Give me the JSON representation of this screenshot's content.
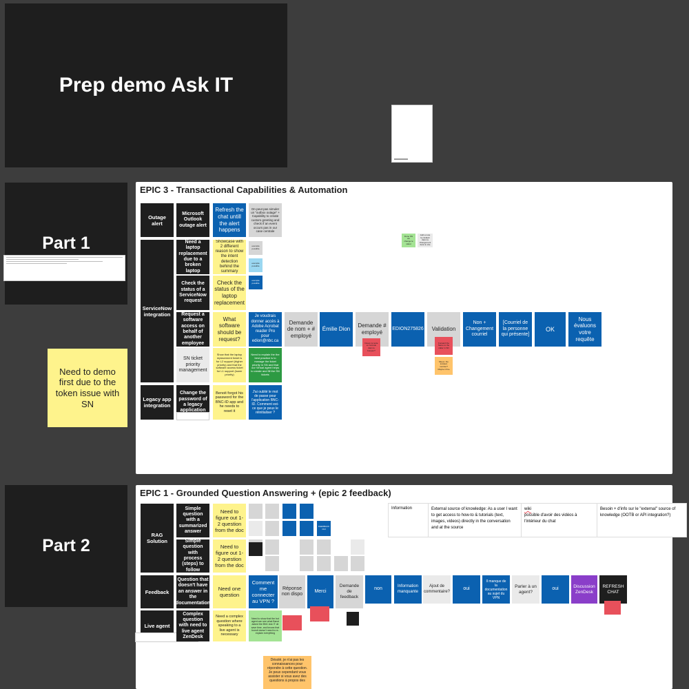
{
  "title_card": {
    "title": "Prep demo Ask IT"
  },
  "part1": {
    "label": "Part 1"
  },
  "part2": {
    "label": "Part 2"
  },
  "sticky_note": {
    "text": "Need to demo first due to the token issue with SN"
  },
  "epic3": {
    "title": "EPIC 3 - Transactional Capabilities & Automation",
    "sections": {
      "outage": "Outage alert",
      "servicenow": "ServiceNow integration",
      "legacy": "Legacy app integration"
    },
    "labels": {
      "outlook": "Microsoft Outlook outage alert",
      "laptop": "Need a laptop replacement due to a broken laptop",
      "status": "Check the status of a ServiceNow request",
      "software": "Request a software access on behalf of another employee",
      "ticket": "SN ticket priority management",
      "password": "Change the password of a legacy application"
    },
    "cards": {
      "refresh": "Refresh the chat untill the alert happens",
      "outage_note": "On peut pas simuler un \"outbox outage\" + Capability to create custom greeting and check if an event occurs pas in our case centrale",
      "showcase": "Showcase with 2 different reason to show the intent detection behind the summary",
      "check_status": "Check the status of the laptop replacement",
      "what_software": "What software should be request?",
      "je_voudrais": "Je voudrais donner accès à Adobe Acrobat reader Pro pour edion@nbc.ca",
      "demande_nom": "Demande de nom + # employé",
      "emilie": "Émilie Dion",
      "demande_num": "Demande # employé",
      "edion": "EDION275826",
      "validation": "Validation",
      "non_changement": "Non + Changement courriel",
      "courriel": "[Courriel de la personne qui présente]",
      "ok": "OK",
      "nous": "Nous évaluons votre requête",
      "ticket_show": "Show that the laptop replacement ticket is for L2 support (higher priority) and that the software access ticket for L1 support (lower priority)",
      "ticket_explain": "Need to explain the the best practice is to manage the ticket priority in SN and that our Virtual agent helps to create and fill the SN tickets",
      "benoit": "Benoit forgot his password for the BNC-ID app and he needs to reset it",
      "oublie": "J'ai oublié le mot de passe pour l'application BNC-ID. Comment est-ce que je peux le réinitialiser ?"
    },
    "small_notes": {
      "done_sn": "Done SN we change le statut",
      "add_note": "Add a note by default dans la changement dans le site",
      "exemple": "exemple possible",
      "red_a": "Nouvo le texte en formule dans le bonjour?",
      "red_b": "Forward the Name to the caller in SN",
      "orange_a": "Mieux: the incident number? Maybe it fine"
    }
  },
  "epic1": {
    "title": "EPIC 1 - Grounded Question Answering + (epic 2 feedback)",
    "sections": {
      "rag": "RAG Solution",
      "feedback": "Feedback",
      "live": "Live agent"
    },
    "labels": {
      "simple_summary": "Simple question with a summarized answer",
      "simple_steps": "Simple question with process (steps) to follow",
      "no_answer": "Question that doesn't have an answer in the documentation",
      "complex": "Complex question with need to live agent ZenDesk"
    },
    "cards": {
      "figure_a": "Need to figure out 1-2 question from the doc",
      "figure_b": "Need to figure out 1-2 question from the doc",
      "need_one": "Need one question",
      "need_complex": "Need a complex question where speaking to a live agent is necessary",
      "comment_vpn": "Comment me connecter au VPN ?",
      "reponse": "Réponse non dispo",
      "merci": "Merci",
      "demande_fb": "Demande de feedback",
      "non": "non",
      "info_manquante": "Information manquante",
      "ajout": "Ajout de commentaire?",
      "oui_a": "oui",
      "manque": "Il manque de la documentation au sujet du VPN",
      "parler": "Parler à un agent?",
      "oui_b": "oui",
      "discussion": "Discussion ZenDesk",
      "refresh_chat": "REFRESH CHAT",
      "live_green": "Need to show that the bot agent can see what Banxi asked the BNC Ask IT de save time, and knows that bonsit doesn't need to re-explain everything",
      "feedback_mini": "FEEDBACK OUI",
      "desole": "Désolé, je n'ai pas les connaissances pour répondre à cette question. Je peux cependant vous assister si vous avez des questions à propos des"
    },
    "table": {
      "col1": "Information",
      "col2": "External source of knowledge: As a user I want to get access to how-to & tutorials (text, images, videos) directly in the conversation and at the source",
      "col3_word": "wiki",
      "col3": "possible d'avoir des vidéos à l'intérieur du chat",
      "col4": "Besoin + d'info sur le \"external\" source of knowledge (OOTB or API integration?)"
    }
  },
  "colors": {
    "background": "#3d3d3d",
    "black": "#1e1e1e",
    "yellow": "#fef38c",
    "blue": "#0b61b0",
    "green": "#2d9a43",
    "red": "#e8505b",
    "orange": "#ffc46b",
    "purple": "#8a3ec9"
  }
}
